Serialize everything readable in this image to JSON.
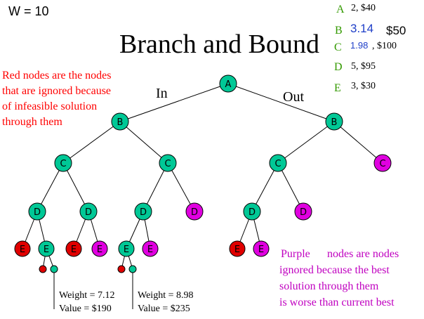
{
  "capacity_label": "W = 10",
  "title": "Branch and Bound",
  "branch_in": "In",
  "branch_out": "Out",
  "items": [
    {
      "letter": "A",
      "text": "2, $40"
    },
    {
      "letter": "B",
      "weight": "3.14",
      "value": "$50"
    },
    {
      "letter": "C",
      "weight": "1.98",
      "value": ", $100"
    },
    {
      "letter": "D",
      "text": "5, $95"
    },
    {
      "letter": "E",
      "text": "3, $30"
    }
  ],
  "red_note": [
    "Red nodes are the nodes",
    "that are ignored because",
    "of infeasible solution",
    "through them"
  ],
  "purple_note": {
    "first": "Purple",
    "rest": "nodes are nodes",
    "lines": [
      "ignored because the best",
      "solution through them",
      "is worse than current best"
    ]
  },
  "leaf_1": {
    "weight": "Weight = 7.12",
    "value": "Value = $190"
  },
  "leaf_2": {
    "weight": "Weight = 8.98",
    "value": "Value = $235"
  },
  "colors": {
    "feasible": "#00c896",
    "infeasible": "#e00000",
    "pruned": "#e000e0",
    "red_text": "#ff0000",
    "purple_text": "#c000c0",
    "green_letters": "#339900",
    "blue_number": "#1f3fc8"
  },
  "nodes": {
    "A": "A",
    "B": "B",
    "C": "C",
    "D": "D",
    "E": "E"
  }
}
